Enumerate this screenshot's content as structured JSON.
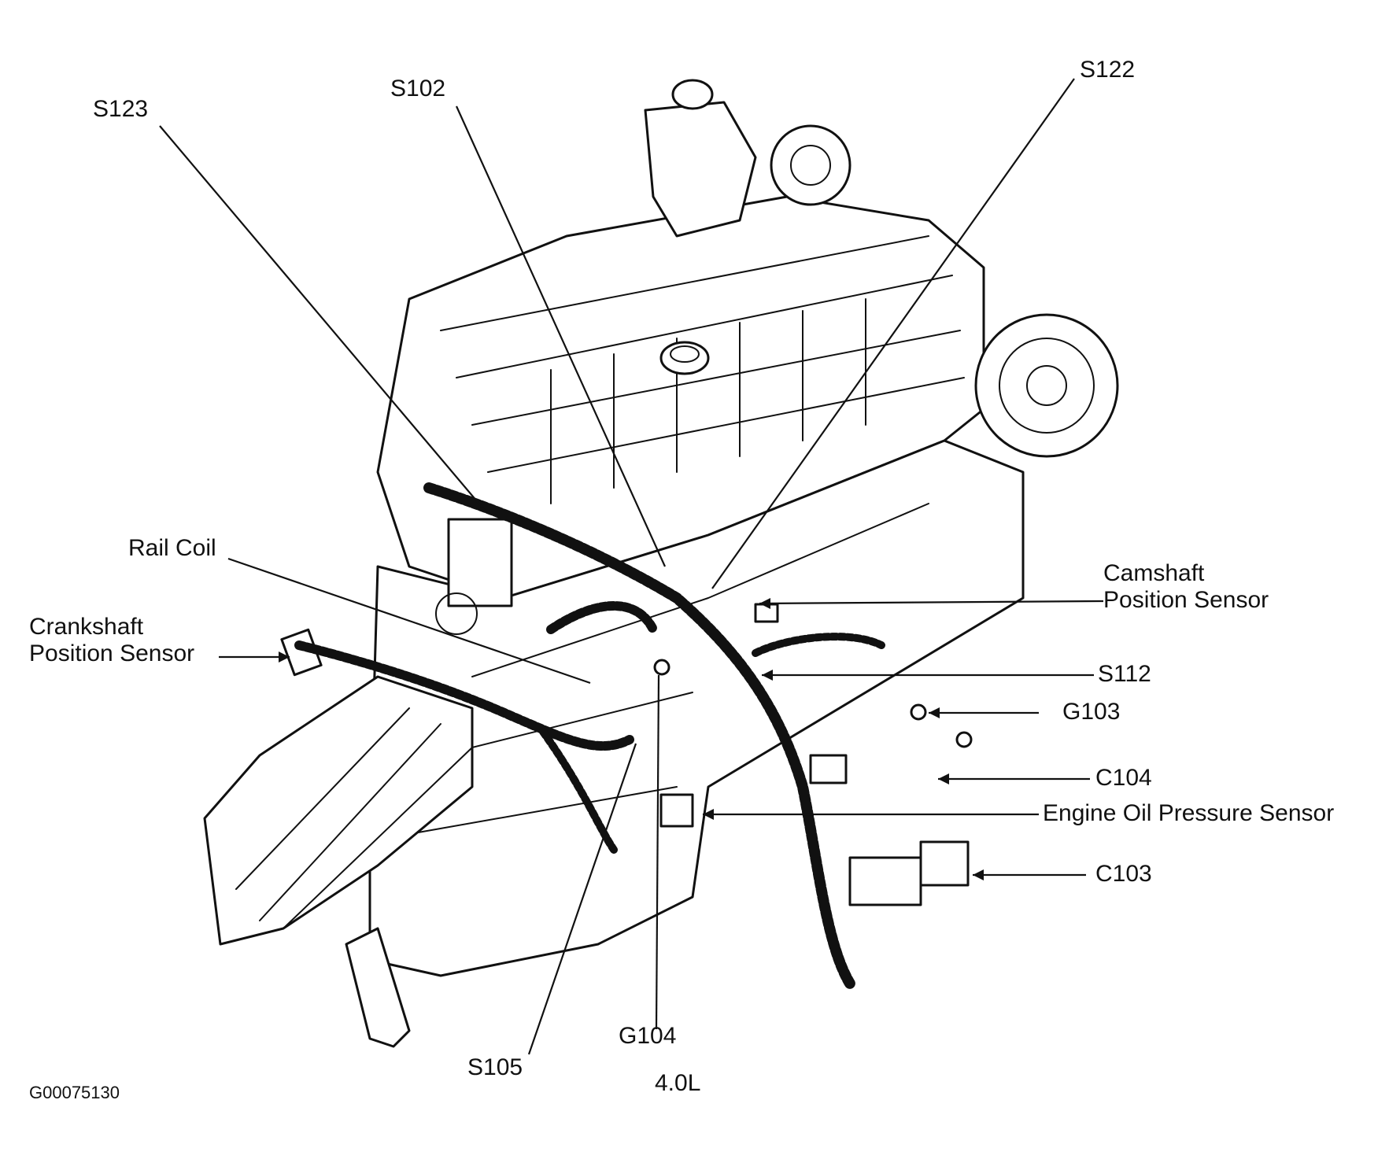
{
  "figure_id": "G00075130",
  "engine": "4.0L",
  "labels": {
    "s123": "S123",
    "s102": "S102",
    "s122": "S122",
    "rail_coil": "Rail Coil",
    "crankshaft_1": "Crankshaft",
    "crankshaft_2": "Position Sensor",
    "camshaft_1": "Camshaft",
    "camshaft_2": "Position Sensor",
    "s112": "S112",
    "g103": "G103",
    "c104": "C104",
    "oil_pressure": "Engine Oil Pressure Sensor",
    "c103": "C103",
    "g104": "G104",
    "s105": "S105"
  }
}
